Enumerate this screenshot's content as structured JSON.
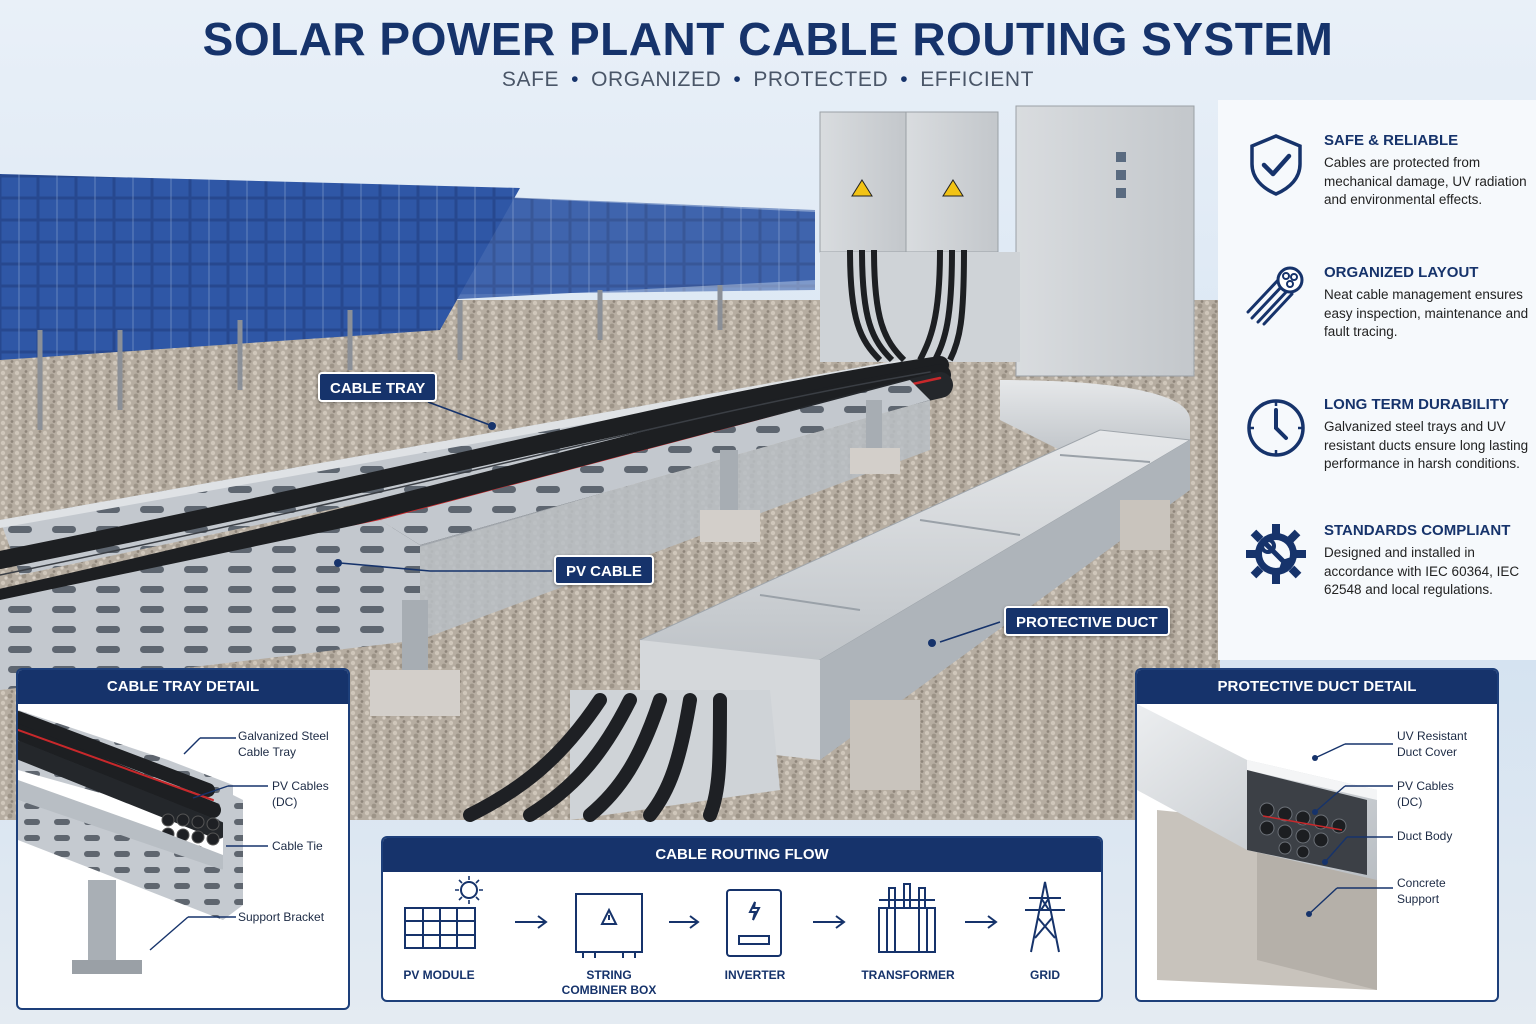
{
  "header": {
    "title": "SOLAR POWER PLANT CABLE ROUTING SYSTEM",
    "tagline": [
      "SAFE",
      "ORGANIZED",
      "PROTECTED",
      "EFFICIENT"
    ],
    "separator": "•"
  },
  "callouts": {
    "cable_tray": "CABLE TRAY",
    "pv_cable": "PV CABLE",
    "protective_duct": "PROTECTIVE DUCT"
  },
  "benefits": [
    {
      "icon": "shield-check-icon",
      "title": "SAFE & RELIABLE",
      "text": "Cables are protected from mechanical damage, UV radiation and environmental effects."
    },
    {
      "icon": "cable-bundle-icon",
      "title": "ORGANIZED LAYOUT",
      "text": "Neat cable management ensures easy inspection, maintenance and fault tracing."
    },
    {
      "icon": "clock-icon",
      "title": "LONG TERM DURABILITY",
      "text": "Galvanized steel trays and UV resistant ducts ensure long lasting performance in harsh conditions."
    },
    {
      "icon": "gear-wrench-icon",
      "title": "STANDARDS COMPLIANT",
      "text": "Designed and installed in accordance with IEC 60364, IEC 62548 and local regulations."
    }
  ],
  "tray_detail": {
    "title": "CABLE TRAY DETAIL",
    "labels": [
      "Galvanized Steel Cable Tray",
      "PV Cables (DC)",
      "Cable Tie",
      "Support Bracket"
    ]
  },
  "duct_detail": {
    "title": "PROTECTIVE DUCT DETAIL",
    "labels": [
      "UV Resistant Duct Cover",
      "PV Cables (DC)",
      "Duct Body",
      "Concrete Support"
    ]
  },
  "flow": {
    "title": "CABLE ROUTING FLOW",
    "steps": [
      {
        "icon": "pv-module-icon",
        "label": "PV MODULE"
      },
      {
        "icon": "combiner-box-icon",
        "label": "STRING COMBINER BOX"
      },
      {
        "icon": "inverter-icon",
        "label": "INVERTER"
      },
      {
        "icon": "transformer-icon",
        "label": "TRANSFORMER"
      },
      {
        "icon": "grid-tower-icon",
        "label": "GRID"
      }
    ],
    "arrow": "→"
  },
  "colors": {
    "navy": "#16336b",
    "sky": "#cfdff0",
    "panel_blue": "#2a4f9e",
    "gravel": "#b5aca0",
    "steel": "#c7cbd0",
    "cable": "#1d1f22",
    "cable_red": "#c8282b",
    "warning": "#f2c315"
  }
}
